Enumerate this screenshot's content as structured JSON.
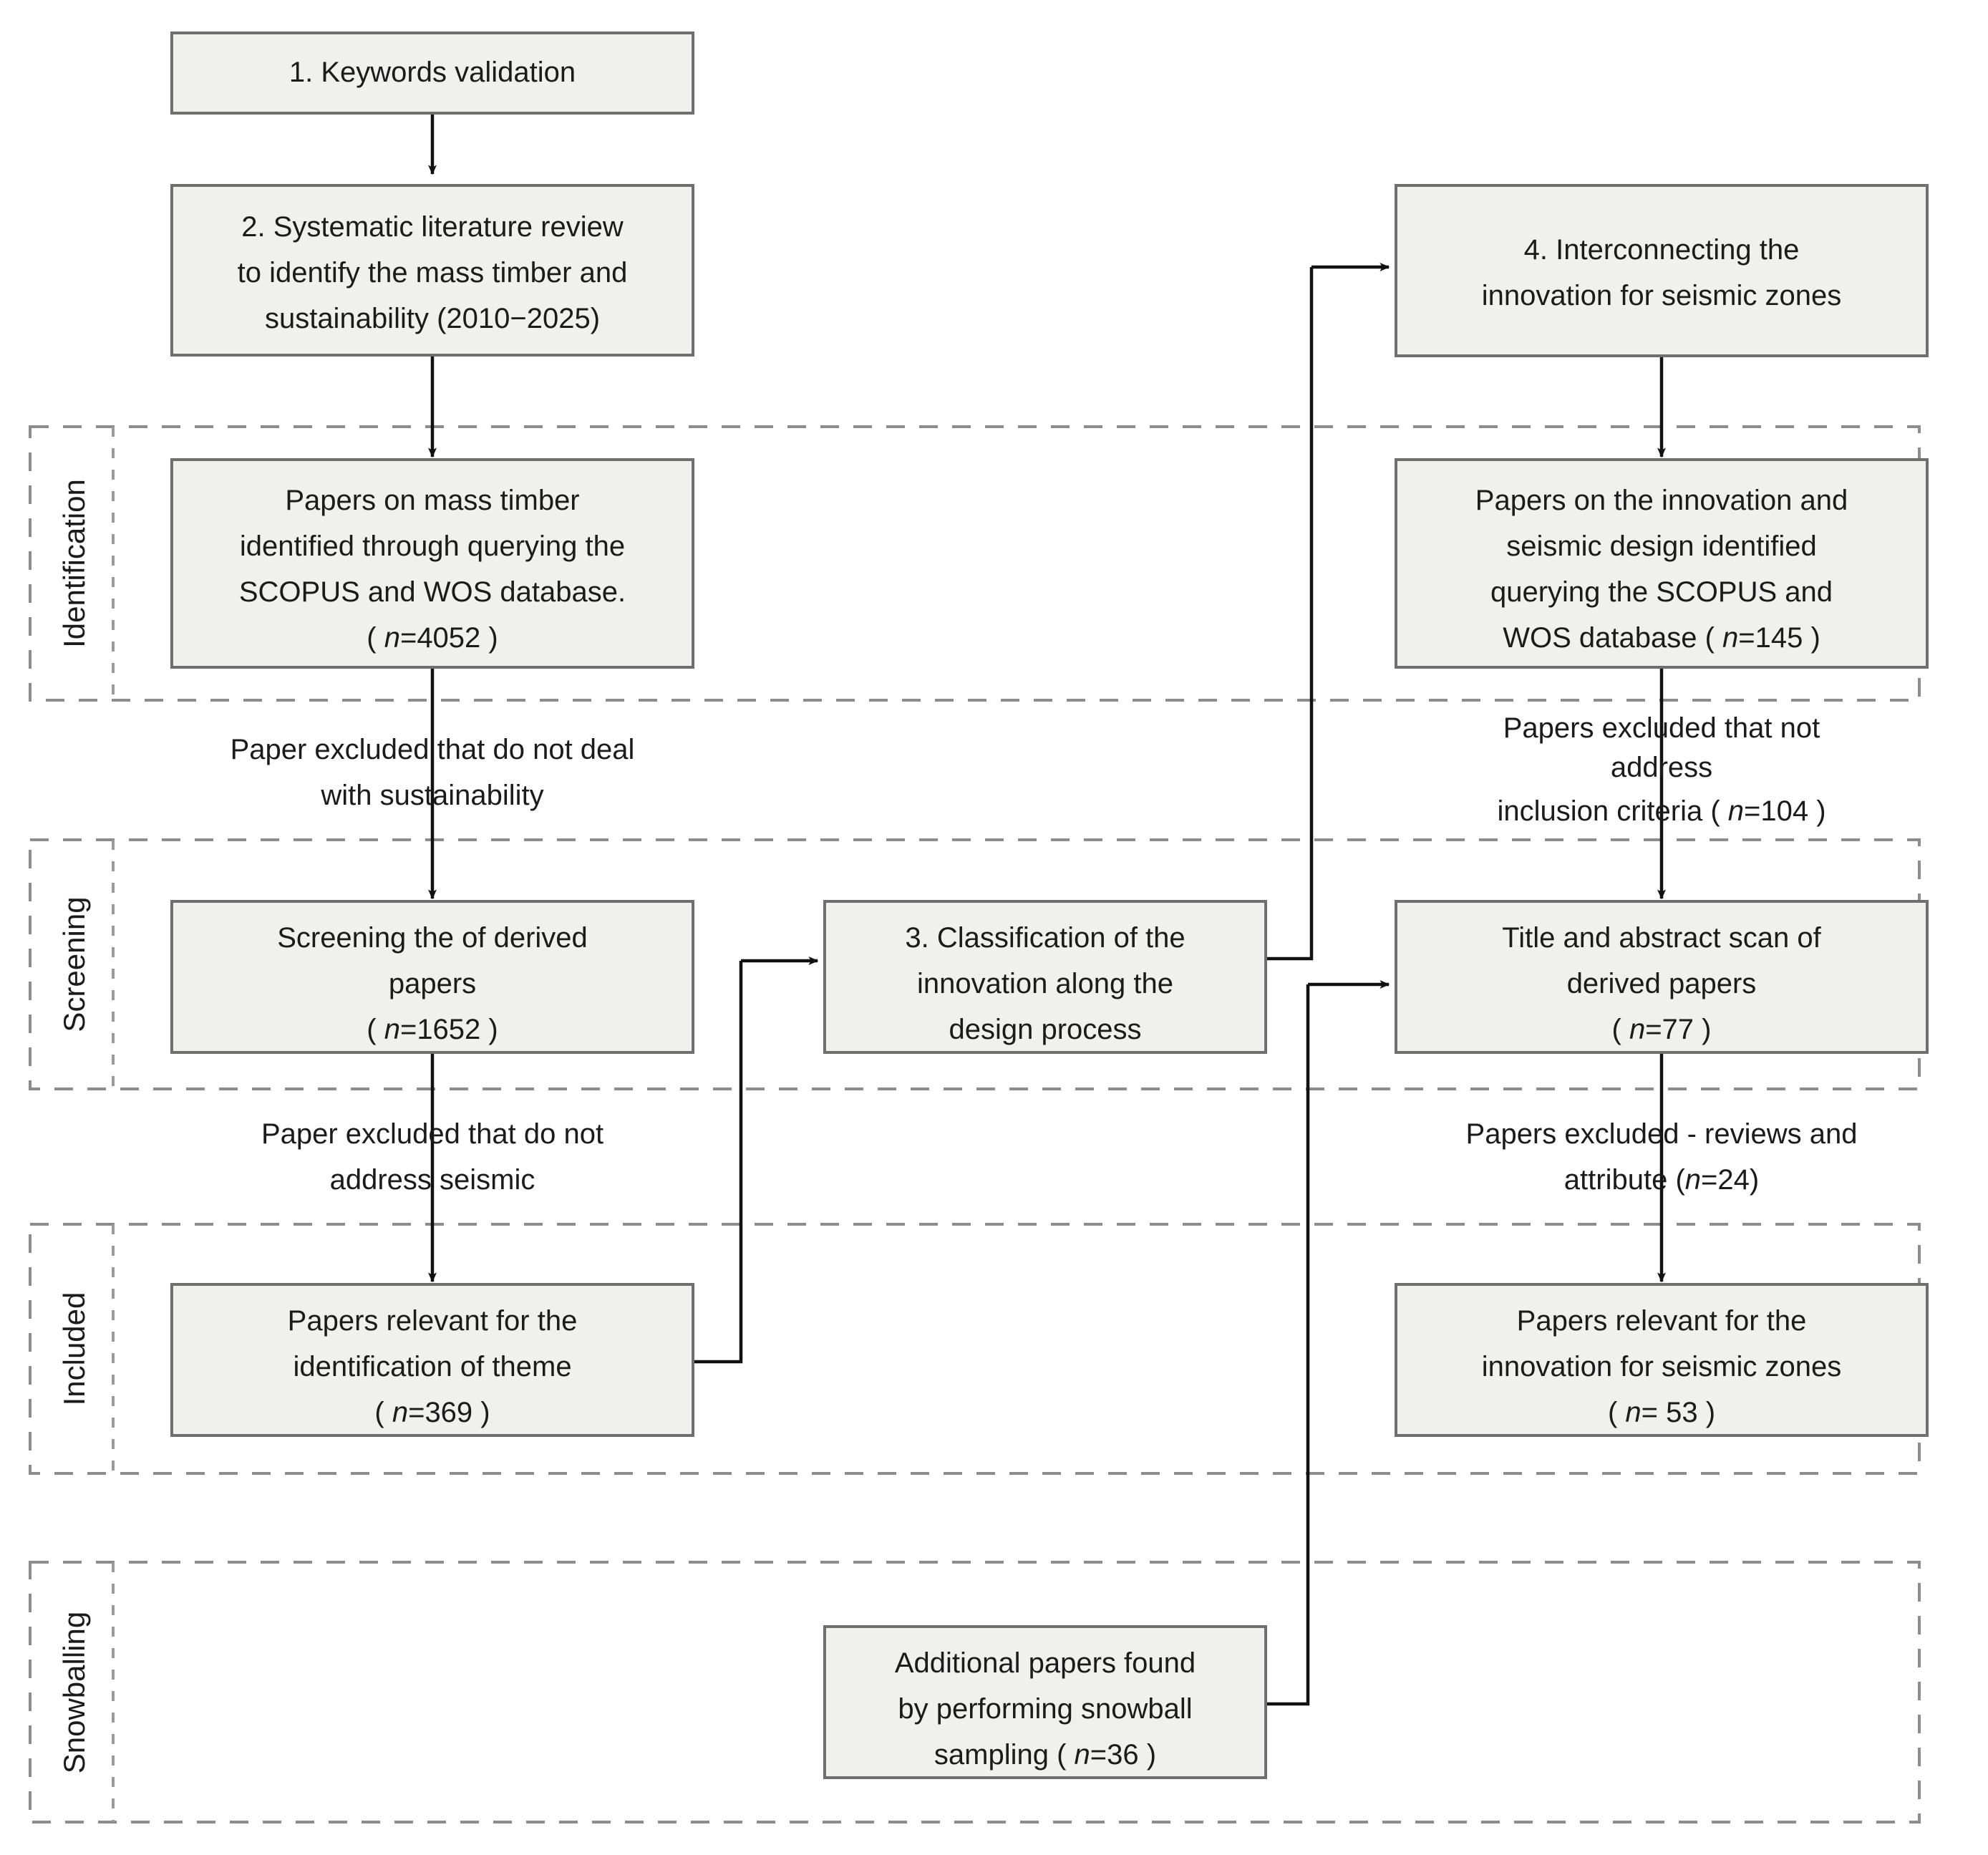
{
  "diagram": {
    "title": "PRISMA-style systematic literature review flow diagram",
    "colors": {
      "box_fill": "#f0f0ef",
      "box_border": "#6f6f6f",
      "connector": "#111111",
      "section_border": "#8c8c8c",
      "text": "#1b1b1b"
    },
    "sections": [
      {
        "id": "identification",
        "label": "Identification"
      },
      {
        "id": "screening",
        "label": "Screening"
      },
      {
        "id": "included",
        "label": "Included"
      },
      {
        "id": "snowballing",
        "label": "Snowballing"
      }
    ],
    "boxes": [
      {
        "id": "keywords-validation",
        "name": "box-keywords-validation",
        "lines": [
          "1. Keywords validation"
        ]
      },
      {
        "id": "systematic-review",
        "name": "box-systematic-literature-review",
        "lines": [
          "2. Systematic literature review",
          "to identify the mass timber and",
          "sustainability (2010−2025)"
        ]
      },
      {
        "id": "papers-mass-timber",
        "name": "box-papers-on-mass-timber",
        "lines": [
          "Papers on mass timber",
          "identified through querying the",
          "SCOPUS and WOS database.",
          "( n=4052 )"
        ]
      },
      {
        "id": "screening-derived",
        "name": "box-screening-derived-papers",
        "lines": [
          "Screening the of derived",
          "papers",
          "( n=1652 )"
        ]
      },
      {
        "id": "papers-relevant-theme",
        "name": "box-papers-relevant-identification-theme",
        "lines": [
          "Papers relevant for the",
          "identification of theme",
          "( n=369 )"
        ]
      },
      {
        "id": "classification-innovation",
        "name": "box-classification-of-innovation",
        "lines": [
          "3. Classification of the",
          "innovation along the",
          "design process"
        ]
      },
      {
        "id": "interconnecting-innovation",
        "name": "box-interconnecting-innovation",
        "lines": [
          "4. Interconnecting the",
          "innovation for seismic zones"
        ]
      },
      {
        "id": "papers-innovation-seismic",
        "name": "box-papers-innovation-seismic-design",
        "lines": [
          "Papers on the innovation and",
          "seismic design identified",
          "querying the SCOPUS and",
          "WOS database ( n=145 )"
        ]
      },
      {
        "id": "title-abstract-scan",
        "name": "box-title-and-abstract-scan",
        "lines": [
          "Title and abstract scan of",
          "derived papers",
          "( n=77 )"
        ]
      },
      {
        "id": "papers-relevant-seismic",
        "name": "box-papers-relevant-innovation-seismic",
        "lines": [
          "Papers relevant for the",
          "innovation for seismic zones",
          "( n= 53 )"
        ]
      },
      {
        "id": "additional-snowball",
        "name": "box-additional-papers-snowball",
        "lines": [
          "Additional papers found",
          "by performing snowball",
          "sampling ( n=36 )"
        ]
      }
    ],
    "edge_labels": [
      {
        "id": "excl-sustainability",
        "name": "edge-label-excluded-sustainability",
        "lines": [
          "Paper excluded that do not deal",
          "with sustainability"
        ]
      },
      {
        "id": "excl-seismic",
        "name": "edge-label-excluded-seismic",
        "lines": [
          "Paper excluded that do not",
          "address seismic"
        ]
      },
      {
        "id": "excl-inclusion-criteria",
        "name": "edge-label-excluded-inclusion-criteria",
        "lines": [
          "Papers excluded that not",
          "address",
          "inclusion criteria ( n=104 )"
        ]
      },
      {
        "id": "excl-reviews-attribute",
        "name": "edge-label-excluded-reviews-attribute",
        "lines": [
          "Papers excluded - reviews and",
          "attribute (n=24)"
        ]
      }
    ],
    "counts": {
      "papers_mass_timber": 4052,
      "screening_derived": 1652,
      "papers_relevant_theme": 369,
      "papers_innovation_seismic": 145,
      "title_abstract_scan": 77,
      "papers_relevant_seismic": 53,
      "additional_snowball": 36,
      "excluded_inclusion_criteria": 104,
      "excluded_reviews_attribute": 24
    }
  }
}
